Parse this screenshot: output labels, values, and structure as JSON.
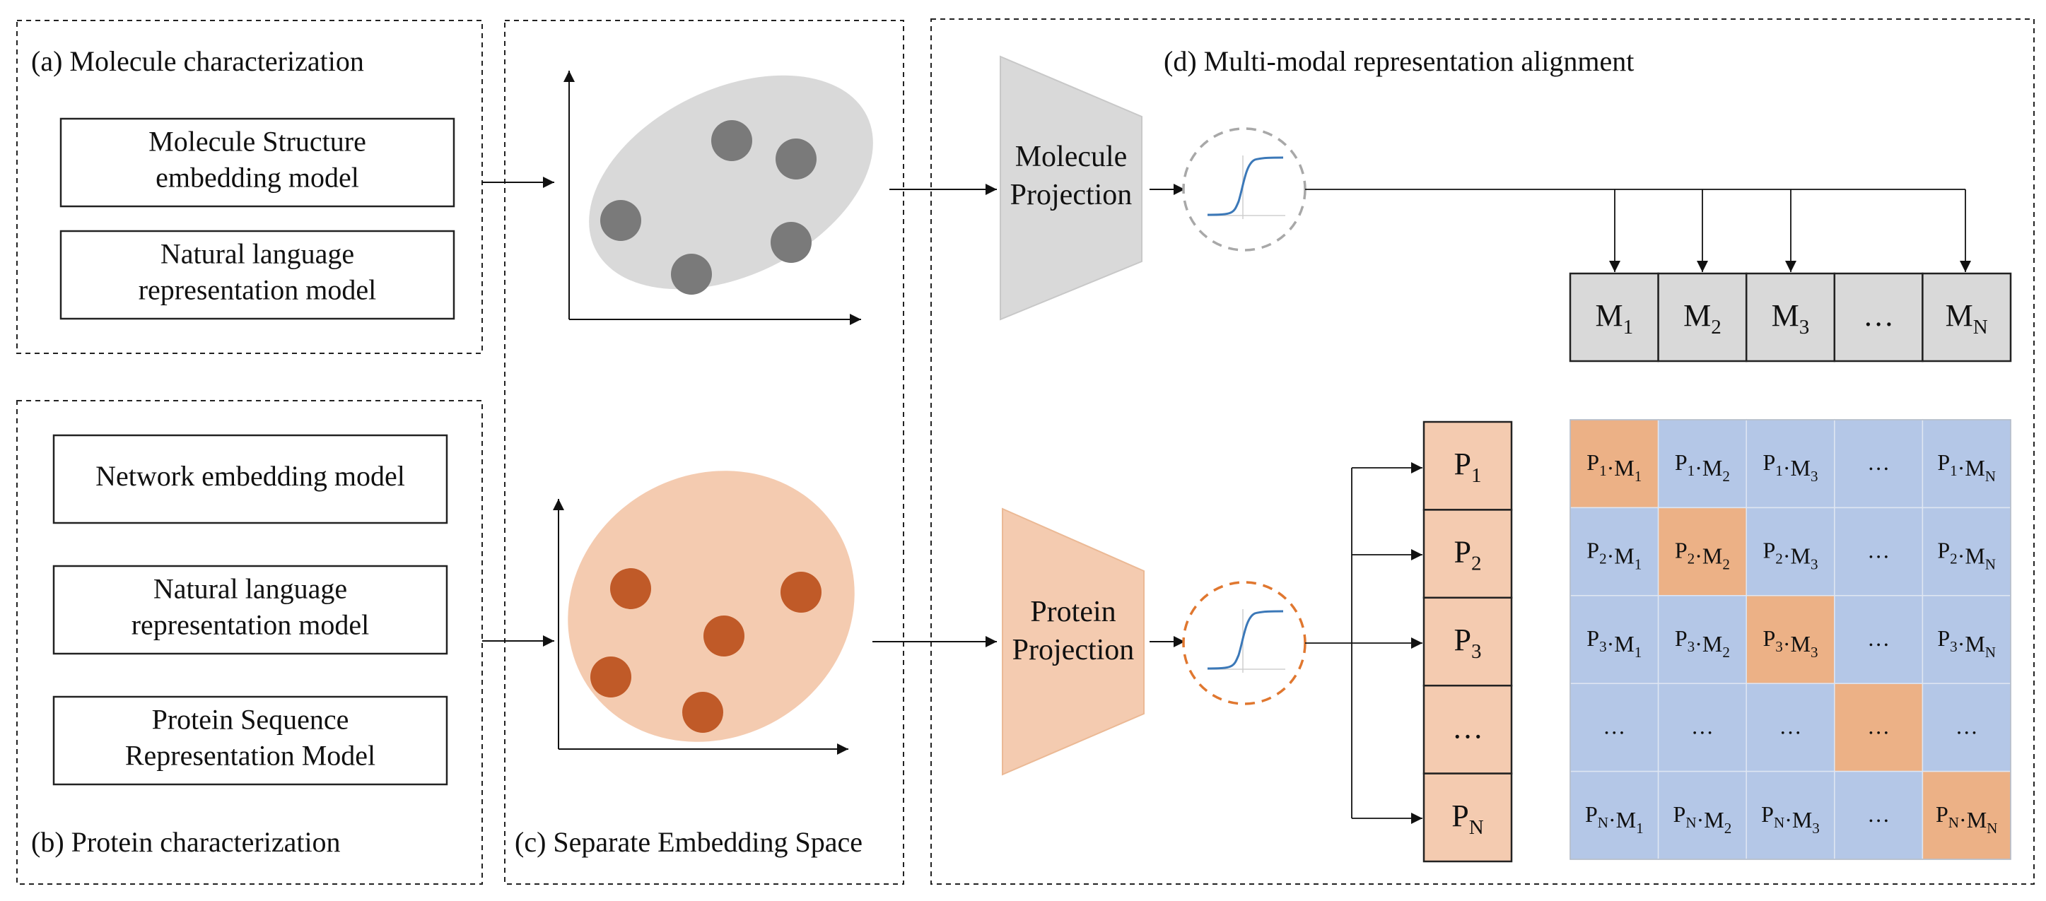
{
  "panels": {
    "a": {
      "label": "(a) Molecule characterization",
      "models": [
        "Molecule Structure\nembedding model",
        "Natural language\nrepresentation model"
      ]
    },
    "b": {
      "label": "(b) Protein characterization",
      "models": [
        "Network embedding model",
        "Natural language\nrepresentation model",
        "Protein Sequence\nRepresentation Model"
      ]
    },
    "c": {
      "label": "(c) Separate Embedding Space"
    },
    "d": {
      "label": "(d) Multi-modal representation alignment"
    }
  },
  "projections": {
    "molecule": "Molecule\nProjection",
    "protein": "Protein\nProjection"
  },
  "molecule_row": [
    {
      "base": "M",
      "sub": "1"
    },
    {
      "base": "M",
      "sub": "2"
    },
    {
      "base": "M",
      "sub": "3"
    },
    {
      "base": "…",
      "sub": ""
    },
    {
      "base": "M",
      "sub": "N"
    }
  ],
  "protein_col": [
    {
      "base": "P",
      "sub": "1"
    },
    {
      "base": "P",
      "sub": "2"
    },
    {
      "base": "P",
      "sub": "3"
    },
    {
      "base": "…",
      "sub": ""
    },
    {
      "base": "P",
      "sub": "N"
    }
  ],
  "matrix": [
    [
      [
        "P",
        "1",
        "M",
        "1"
      ],
      [
        "P",
        "1",
        "M",
        "2"
      ],
      [
        "P",
        "1",
        "M",
        "3"
      ],
      [
        "…"
      ],
      [
        "P",
        "1",
        "M",
        "N"
      ]
    ],
    [
      [
        "P",
        "2",
        "M",
        "1"
      ],
      [
        "P",
        "2",
        "M",
        "2"
      ],
      [
        "P",
        "2",
        "M",
        "3"
      ],
      [
        "…"
      ],
      [
        "P",
        "2",
        "M",
        "N"
      ]
    ],
    [
      [
        "P",
        "3",
        "M",
        "1"
      ],
      [
        "P",
        "3",
        "M",
        "2"
      ],
      [
        "P",
        "3",
        "M",
        "3"
      ],
      [
        "…"
      ],
      [
        "P",
        "3",
        "M",
        "N"
      ]
    ],
    [
      [
        "…"
      ],
      [
        "…"
      ],
      [
        "…"
      ],
      [
        "…"
      ],
      [
        "…"
      ]
    ],
    [
      [
        "P",
        "N",
        "M",
        "1"
      ],
      [
        "P",
        "N",
        "M",
        "2"
      ],
      [
        "P",
        "N",
        "M",
        "3"
      ],
      [
        "…"
      ],
      [
        "P",
        "N",
        "M",
        "N"
      ]
    ]
  ],
  "colors": {
    "gray_fill": "#d9d9d9",
    "gray_dot": "#7a7a7a",
    "orange_fill": "#f4cbb0",
    "orange_dot": "#c05a28",
    "matrix_blue": "#b4c7e7",
    "matrix_orange": "#ecb186",
    "sigmoid": "#3b78b8",
    "dash_gray": "#a8a8a8",
    "dash_orange": "#e0772f"
  }
}
